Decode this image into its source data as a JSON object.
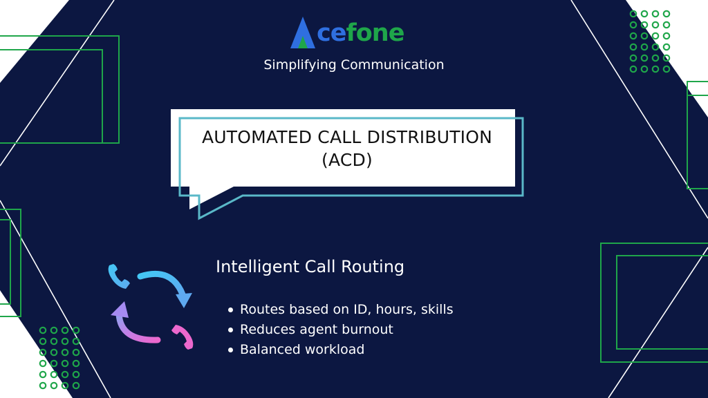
{
  "brand": {
    "logo_mark": "A",
    "logo_ce": "ce",
    "logo_fone": "fone",
    "tagline": "Simplifying Communication"
  },
  "headline": {
    "line1": "AUTOMATED CALL DISTRIBUTION",
    "line2": "(ACD)"
  },
  "feature": {
    "title": "Intelligent Call Routing",
    "bullets": [
      "Routes based on ID, hours, skills",
      "Reduces agent burnout",
      "Balanced workload"
    ]
  },
  "icons": {
    "logo": "acefone-triangle-logo-icon",
    "routing": "call-routing-cycle-icon",
    "bubble": "speech-bubble-icon"
  },
  "colors": {
    "navy": "#0c1741",
    "green": "#1fa64a",
    "blue": "#2f6fe0",
    "teal": "#5ab8c8",
    "cyan": "#4dc9f0",
    "purple": "#a58bf2",
    "pink": "#e86ad2"
  }
}
